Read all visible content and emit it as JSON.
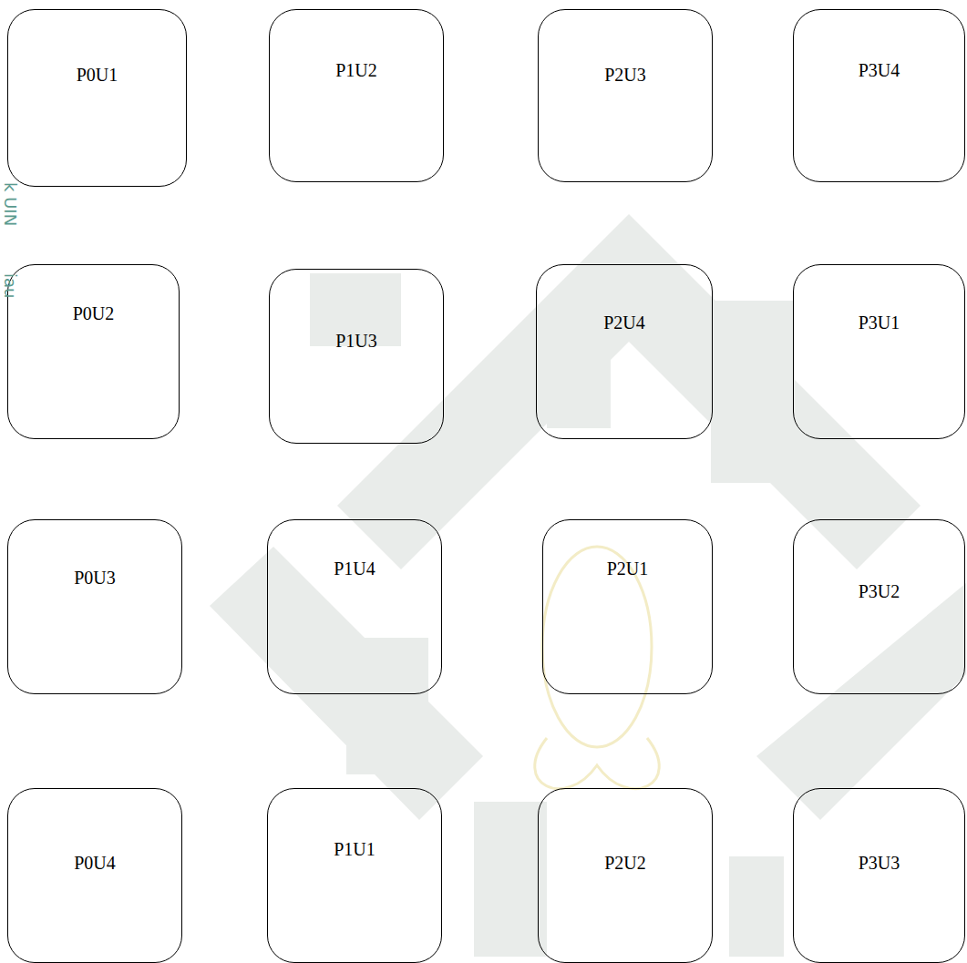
{
  "diagram": {
    "nodes": [
      {
        "text": [
          "P0U1"
        ]
      },
      {
        "text": [
          "P1U2"
        ]
      },
      {
        "text": [
          "P2U3"
        ]
      },
      {
        "text": [
          "P3U4"
        ]
      },
      {
        "text": [
          "P0U2"
        ]
      },
      {
        "text": [
          "P1U3"
        ]
      },
      {
        "text": [
          "P2U4"
        ]
      },
      {
        "text": [
          "P3U1"
        ]
      },
      {
        "text": [
          "P0U3"
        ]
      },
      {
        "text": [
          "P1U4"
        ]
      },
      {
        "text": [
          "P2U1"
        ]
      },
      {
        "text": [
          "P3U2"
        ]
      },
      {
        "text": [
          "P0U4"
        ]
      },
      {
        "text": [
          "P1U1"
        ]
      },
      {
        "text": [
          "P2U2"
        ]
      },
      {
        "text": [
          "P3U3"
        ]
      }
    ],
    "labels": [
      "k UIN",
      "iau"
    ]
  }
}
